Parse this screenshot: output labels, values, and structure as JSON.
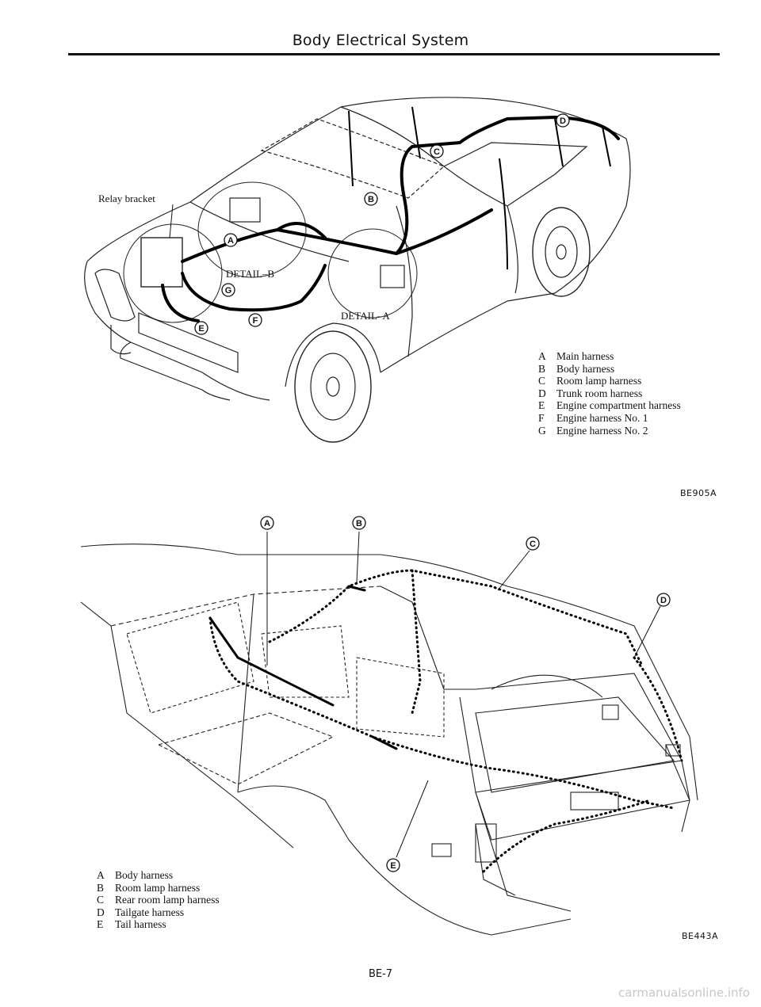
{
  "header": {
    "title": "Body Electrical System"
  },
  "figure1": {
    "relay_label": "Relay bracket",
    "detail_b": "DETAIL–B",
    "detail_a": "DETAIL–A",
    "callouts": [
      "A",
      "B",
      "C",
      "D",
      "E",
      "F",
      "G"
    ],
    "legend": [
      {
        "letter": "A",
        "text": "Main harness"
      },
      {
        "letter": "B",
        "text": "Body harness"
      },
      {
        "letter": "C",
        "text": "Room lamp harness"
      },
      {
        "letter": "D",
        "text": "Trunk room harness"
      },
      {
        "letter": "E",
        "text": "Engine compartment harness"
      },
      {
        "letter": "F",
        "text": "Engine harness No. 1"
      },
      {
        "letter": "G",
        "text": "Engine harness No. 2"
      }
    ],
    "code": "BE905A"
  },
  "figure2": {
    "callouts": [
      "A",
      "B",
      "C",
      "D",
      "E"
    ],
    "legend": [
      {
        "letter": "A",
        "text": "Body harness"
      },
      {
        "letter": "B",
        "text": "Room lamp harness"
      },
      {
        "letter": "C",
        "text": "Rear room lamp harness"
      },
      {
        "letter": "D",
        "text": "Tailgate harness"
      },
      {
        "letter": "E",
        "text": "Tail harness"
      }
    ],
    "code": "BE443A"
  },
  "footer": {
    "page_number": "BE-7"
  },
  "watermark": "carmanualsonline.info"
}
